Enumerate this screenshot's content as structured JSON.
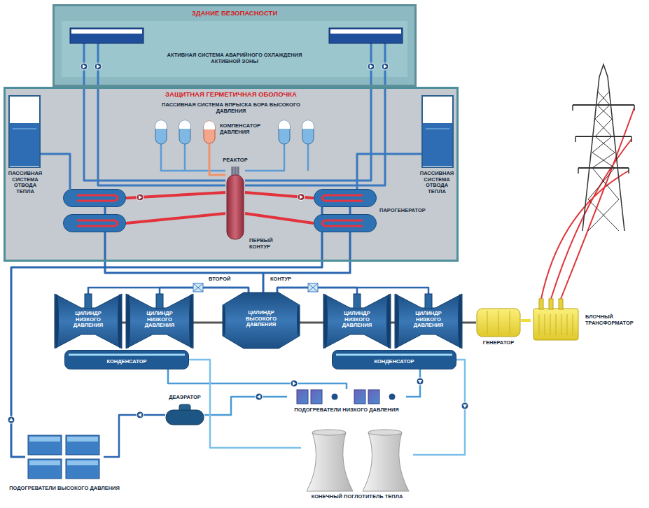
{
  "diagram": {
    "nodes": [
      {
        "text": [
          "ЗДАНИЕ БЕЗОПАСНОСТИ",
          "АКТИВНАЯ СИСТЕМА АВАРИЙНОГО ОХЛАЖДЕНИЯ АКТИВНОЙ ЗОНЫ"
        ]
      },
      {
        "text": [
          "ЗАЩИТНАЯ ГЕРМЕТИЧНАЯ ОБОЛОЧКА",
          "ПАССИВНАЯ СИСТЕМА ВПРЫСКА БОРА ВЫСОКОГО ДАВЛЕНИЯ"
        ]
      },
      {
        "text": [
          "ПАССИВНАЯ СИСТЕМА ОТВОДА ТЕПЛА"
        ],
        "in": 1
      },
      {
        "text": [
          "КОМПЕНСАТОР ДАВЛЕНИЯ"
        ],
        "in": 1
      },
      {
        "text": [
          "РЕАКТОР"
        ],
        "in": 1
      },
      {
        "text": [
          "ПАРОГЕНЕРАТОР"
        ],
        "in": 1
      },
      {
        "text": [
          "ПАССИВНАЯ СИСТЕМА ОТВОДА ТЕПЛА"
        ],
        "in": 1
      },
      {
        "text": [
          "ЦИЛИНДР НИЗКОГО ДАВЛЕНИЯ"
        ]
      },
      {
        "text": [
          "ЦИЛИНДР НИЗКОГО ДАВЛЕНИЯ"
        ]
      },
      {
        "text": [
          "ЦИЛИНДР ВЫСОКОГО ДАВЛЕНИЯ"
        ]
      },
      {
        "text": [
          "ЦИЛИНДР НИЗКОГО ДАВЛЕНИЯ"
        ]
      },
      {
        "text": [
          "ЦИЛИНДР НИЗКОГО ДАВЛЕНИЯ"
        ]
      },
      {
        "text": [
          "ГЕНЕРАТОР"
        ]
      },
      {
        "text": [
          "БЛОЧНЫЙ ТРАНСФОРМАТОР"
        ]
      },
      {
        "text": [
          "КОНДЕНСАТОР"
        ]
      },
      {
        "text": [
          "КОНДЕНСАТОР"
        ]
      },
      {
        "text": [
          "ДЕАЭРАТОР"
        ]
      },
      {
        "text": [
          "ПОДОГРЕВАТЕЛИ НИЗКОГО ДАВЛЕНИЯ"
        ]
      },
      {
        "text": [
          "ПОДОГРЕВАТЕЛИ ВЫСОКОГО ДАВЛЕНИЯ"
        ]
      },
      {
        "text": [
          "КОНЕЧНЫЙ ПОГЛОТИТЕЛЬ ТЕПЛА"
        ]
      }
    ],
    "edges": [
      {
        "from": 0,
        "to": 4,
        "arrow": "none"
      },
      {
        "from": 0,
        "to": 4,
        "arrow": "none"
      },
      {
        "from": 4,
        "to": 3,
        "arrow": "none"
      },
      {
        "from": 4,
        "to": 5,
        "arrow": "none"
      },
      {
        "from": 6,
        "to": 5,
        "arrow": "none"
      },
      {
        "from": 5,
        "to": 9,
        "arrow": "none"
      },
      {
        "from": 9,
        "to": 7,
        "arrow": "none"
      },
      {
        "from": 9,
        "to": 8,
        "arrow": "none"
      },
      {
        "from": 9,
        "to": 10,
        "arrow": "none"
      },
      {
        "from": 9,
        "to": 11,
        "arrow": "none"
      },
      {
        "from": 11,
        "to": 12,
        "arrow": "none"
      },
      {
        "from": 12,
        "to": 13,
        "arrow": "none"
      },
      {
        "from": 14,
        "to": 17,
        "arrow": "none"
      },
      {
        "from": 15,
        "to": 17,
        "arrow": "none"
      },
      {
        "from": 17,
        "to": 16,
        "arrow": "none"
      },
      {
        "from": 16,
        "to": 18,
        "arrow": "none"
      },
      {
        "from": 18,
        "to": 5,
        "arrow": "none"
      },
      {
        "from": 14,
        "to": 19,
        "arrow": "none"
      },
      {
        "from": 15,
        "to": 19,
        "arrow": "none"
      }
    ],
    "labels": [
      "ПЕРВЫЙ КОНТУР",
      "ВТОРОЙ",
      "КОНТУР"
    ]
  }
}
